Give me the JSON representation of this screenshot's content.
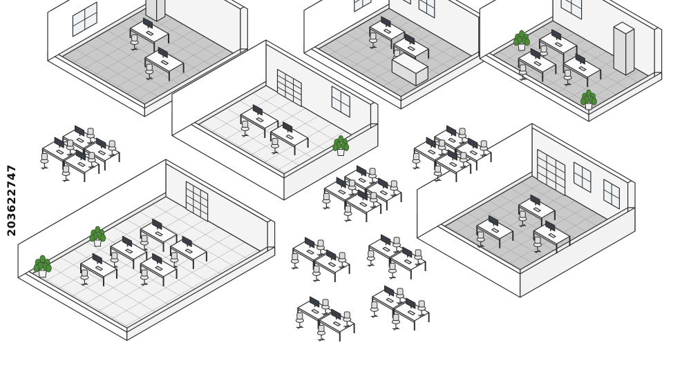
{
  "image": {
    "type": "isometric-office-illustration",
    "style": "hand-drawn line art with grey tones",
    "side_text": "203622747",
    "colors": {
      "line": "#2e2e2e",
      "wall_top": "#ffffff",
      "wall_inner": "#f4f4f4",
      "wall_outer": "#fbfbfb",
      "floor_dark": "#c9c9c9",
      "floor_light": "#f2f2f2",
      "desk_top": "#fbfbfb",
      "desk_side": "#d9d9d9",
      "monitor": "#3a3f47",
      "plant": "#4e8a3a",
      "window": "#f0f3f6"
    }
  },
  "rooms": [
    {
      "name": "meeting-room-with-glass-partitions",
      "floor": "dark"
    },
    {
      "name": "office-room-with-reception-counter",
      "floor": "dark"
    },
    {
      "name": "office-room-with-plants",
      "floor": "dark"
    },
    {
      "name": "office-room-with-cubicle-desks",
      "floor": "light"
    },
    {
      "name": "open-plan-office-room",
      "floor": "light"
    },
    {
      "name": "office-room-with-shelving",
      "floor": "dark"
    }
  ],
  "workstation_groups": [
    {
      "name": "workstation-cluster-left",
      "desks": 4
    },
    {
      "name": "workstation-cluster-center",
      "desks": 4
    },
    {
      "name": "workstation-cluster-right",
      "desks": 4
    },
    {
      "name": "workstation-pair-1",
      "desks": 2
    },
    {
      "name": "workstation-pair-2",
      "desks": 2
    },
    {
      "name": "workstation-pair-3",
      "desks": 2
    },
    {
      "name": "workstation-pair-4",
      "desks": 2
    }
  ]
}
